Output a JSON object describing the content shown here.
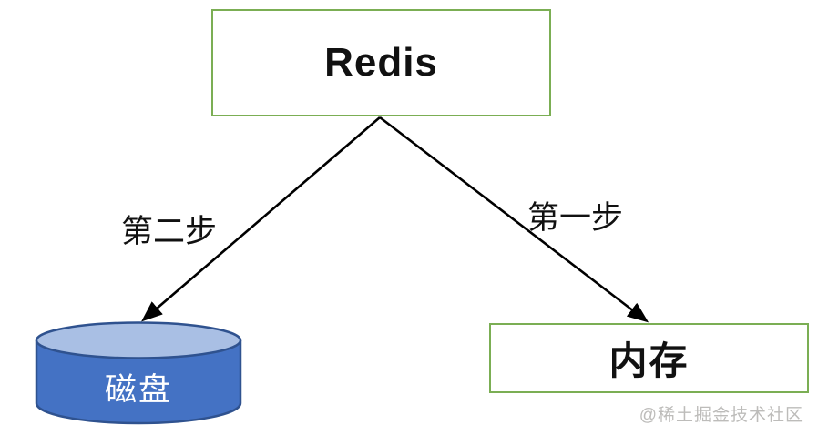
{
  "diagram": {
    "nodes": {
      "redis": {
        "label": "Redis"
      },
      "disk": {
        "label": "磁盘"
      },
      "memory": {
        "label": "内存"
      }
    },
    "edges": {
      "step1": {
        "label": "第一步",
        "from": "Redis",
        "to": "内存"
      },
      "step2": {
        "label": "第二步",
        "from": "Redis",
        "to": "磁盘"
      }
    },
    "colors": {
      "box_border_green": "#7BAE54",
      "box_fill": "#ffffff",
      "cylinder_body_fill": "#4472C4",
      "cylinder_top_fill": "#A9BFE4",
      "cylinder_border": "#2F528F",
      "arrow_stroke": "#000000",
      "node_text": "#111111",
      "cylinder_text": "#ffffff",
      "watermark_text": "#bdbcba"
    },
    "watermark": "@稀土掘金技术社区"
  }
}
